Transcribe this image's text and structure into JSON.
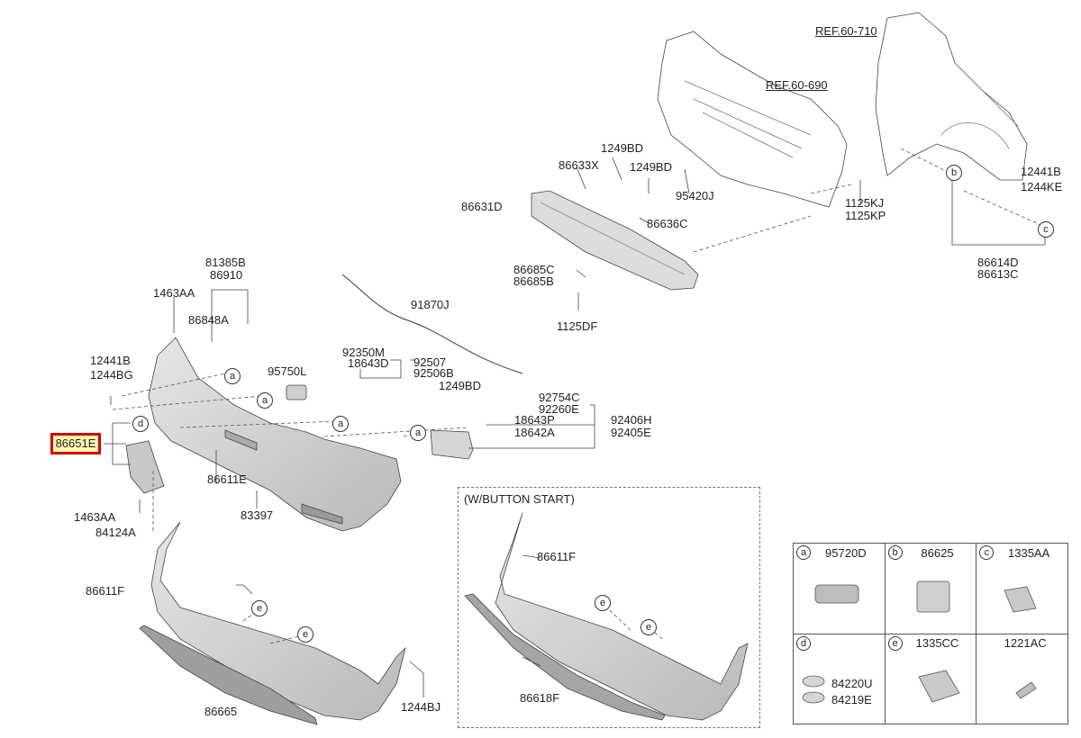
{
  "refs": {
    "ref1": "REF.60-710",
    "ref2": "REF.60-690"
  },
  "parts": {
    "p86633X": "86633X",
    "p1249BD_a": "1249BD",
    "p1249BD_b": "1249BD",
    "p86631D": "86631D",
    "p95420J": "95420J",
    "p86636C": "86636C",
    "p1125KJ": "1125KJ",
    "p1125KP": "1125KP",
    "p12441B_r": "12441B",
    "p1244KE": "1244KE",
    "p86614D": "86614D",
    "p86613C": "86613C",
    "p86685C": "86685C",
    "p86685B": "86685B",
    "p1125DF": "1125DF",
    "p81385B": "81385B",
    "p86910": "86910",
    "p1463AA_t": "1463AA",
    "p86848A": "86848A",
    "p91870J": "91870J",
    "p92350M": "92350M",
    "p18643D": "18643D",
    "p92507": "92507",
    "p92506B": "92506B",
    "p12441B_l": "12441B",
    "p1244BG": "1244BG",
    "p95750L": "95750L",
    "p1249BD_c": "1249BD",
    "p92754C": "92754C",
    "p92260E": "92260E",
    "p18643P": "18643P",
    "p18642A": "18642A",
    "p92406H": "92406H",
    "p92405E": "92405E",
    "p86651E": "86651E",
    "p86611E": "86611E",
    "p83397": "83397",
    "p1463AA_b": "1463AA",
    "p84124A": "84124A",
    "p86611F_l": "86611F",
    "p86665": "86665",
    "p1244BJ": "1244BJ",
    "p86611F_r": "86611F",
    "p86618F": "86618F"
  },
  "callouts": {
    "a": "a",
    "b": "b",
    "c": "c",
    "d": "d",
    "e": "e"
  },
  "variant_box": {
    "title": "(W/BUTTON START)"
  },
  "legend": [
    {
      "key": "a",
      "part": "95720D"
    },
    {
      "key": "b",
      "part": "86625"
    },
    {
      "key": "c",
      "part": "1335AA"
    },
    {
      "key": "d",
      "part": "",
      "subparts": [
        "84220U",
        "84219E"
      ]
    },
    {
      "key": "e",
      "part": "1335CC"
    },
    {
      "key": "",
      "part": "1221AC"
    }
  ],
  "colors": {
    "highlight_border": "#d40000",
    "highlight_fill": "#fff8b0",
    "part_fill": "#cfcfcf"
  }
}
